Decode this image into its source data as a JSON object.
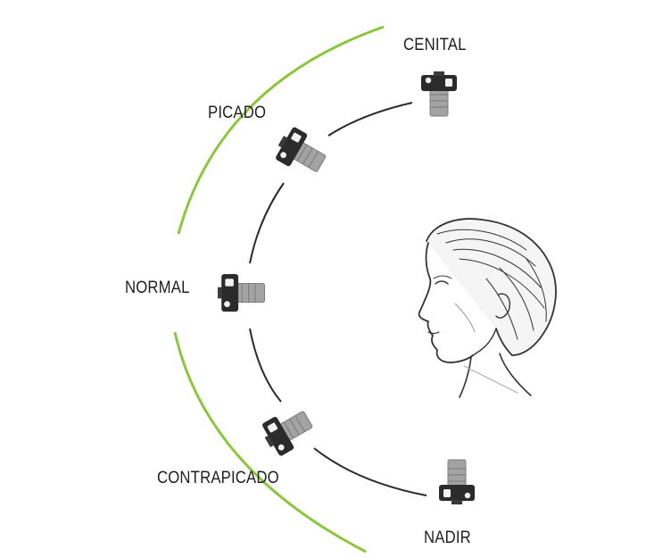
{
  "labels": {
    "cenital": "CENITAL",
    "picado": "PICADO",
    "normal": "NORMAL",
    "contrapicado": "CONTRAPICADO",
    "nadir": "NADIR"
  },
  "colors": {
    "outer_arc": "#8cc63f",
    "inner_arc": "#2a2a2a",
    "camera_body": "#2b2b2b",
    "camera_lens": "#9c9c9c",
    "text": "#1e1e1e"
  },
  "icons": {
    "camera": "camera-icon",
    "subject": "head-profile-icon"
  }
}
